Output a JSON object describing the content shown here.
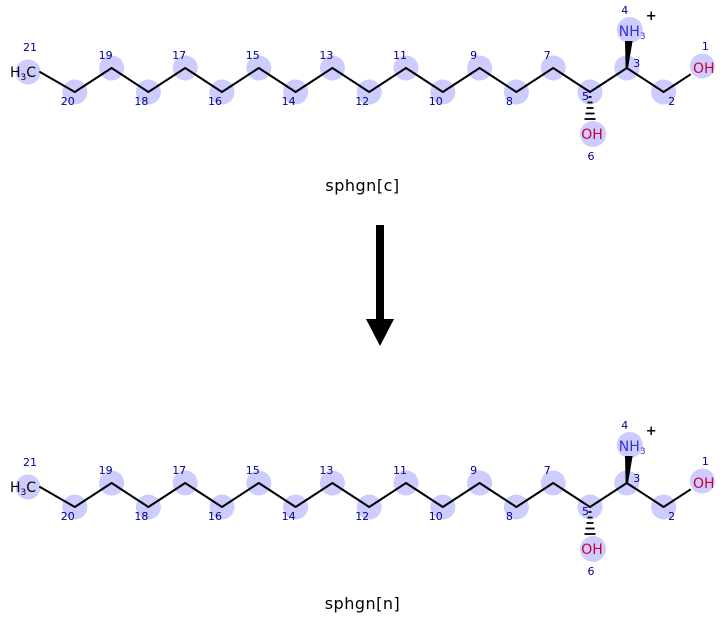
{
  "reaction": {
    "substrate_caption": "sphgn[c]",
    "product_caption": "sphgn[n]"
  },
  "molecule": {
    "chain": [
      {
        "number": "21"
      },
      {
        "number": "20"
      },
      {
        "number": "19"
      },
      {
        "number": "18"
      },
      {
        "number": "17"
      },
      {
        "number": "16"
      },
      {
        "number": "15"
      },
      {
        "number": "14"
      },
      {
        "number": "13"
      },
      {
        "number": "12"
      },
      {
        "number": "11"
      },
      {
        "number": "10"
      },
      {
        "number": "9"
      },
      {
        "number": "8"
      },
      {
        "number": "7"
      },
      {
        "number": "5"
      },
      {
        "number": "3"
      },
      {
        "number": "2"
      },
      {
        "number": "1"
      }
    ],
    "terminal_methyl": {
      "h": "H",
      "sub": "3",
      "c": "C"
    },
    "c1_hydroxyl": {
      "label": "OH"
    },
    "c5_hydroxyl": {
      "label": "OH",
      "number": "6"
    },
    "ammonium": {
      "n": "N",
      "h": "H",
      "sub": "3",
      "charge": "+",
      "number": "4"
    },
    "colors": {
      "bond": "#000000",
      "oxygen": "#cc0033",
      "nitrogen": "#3333cc",
      "highlight": "#ccccff",
      "number": "#00008b",
      "charge": "#000000",
      "arrow": "#000000"
    }
  }
}
